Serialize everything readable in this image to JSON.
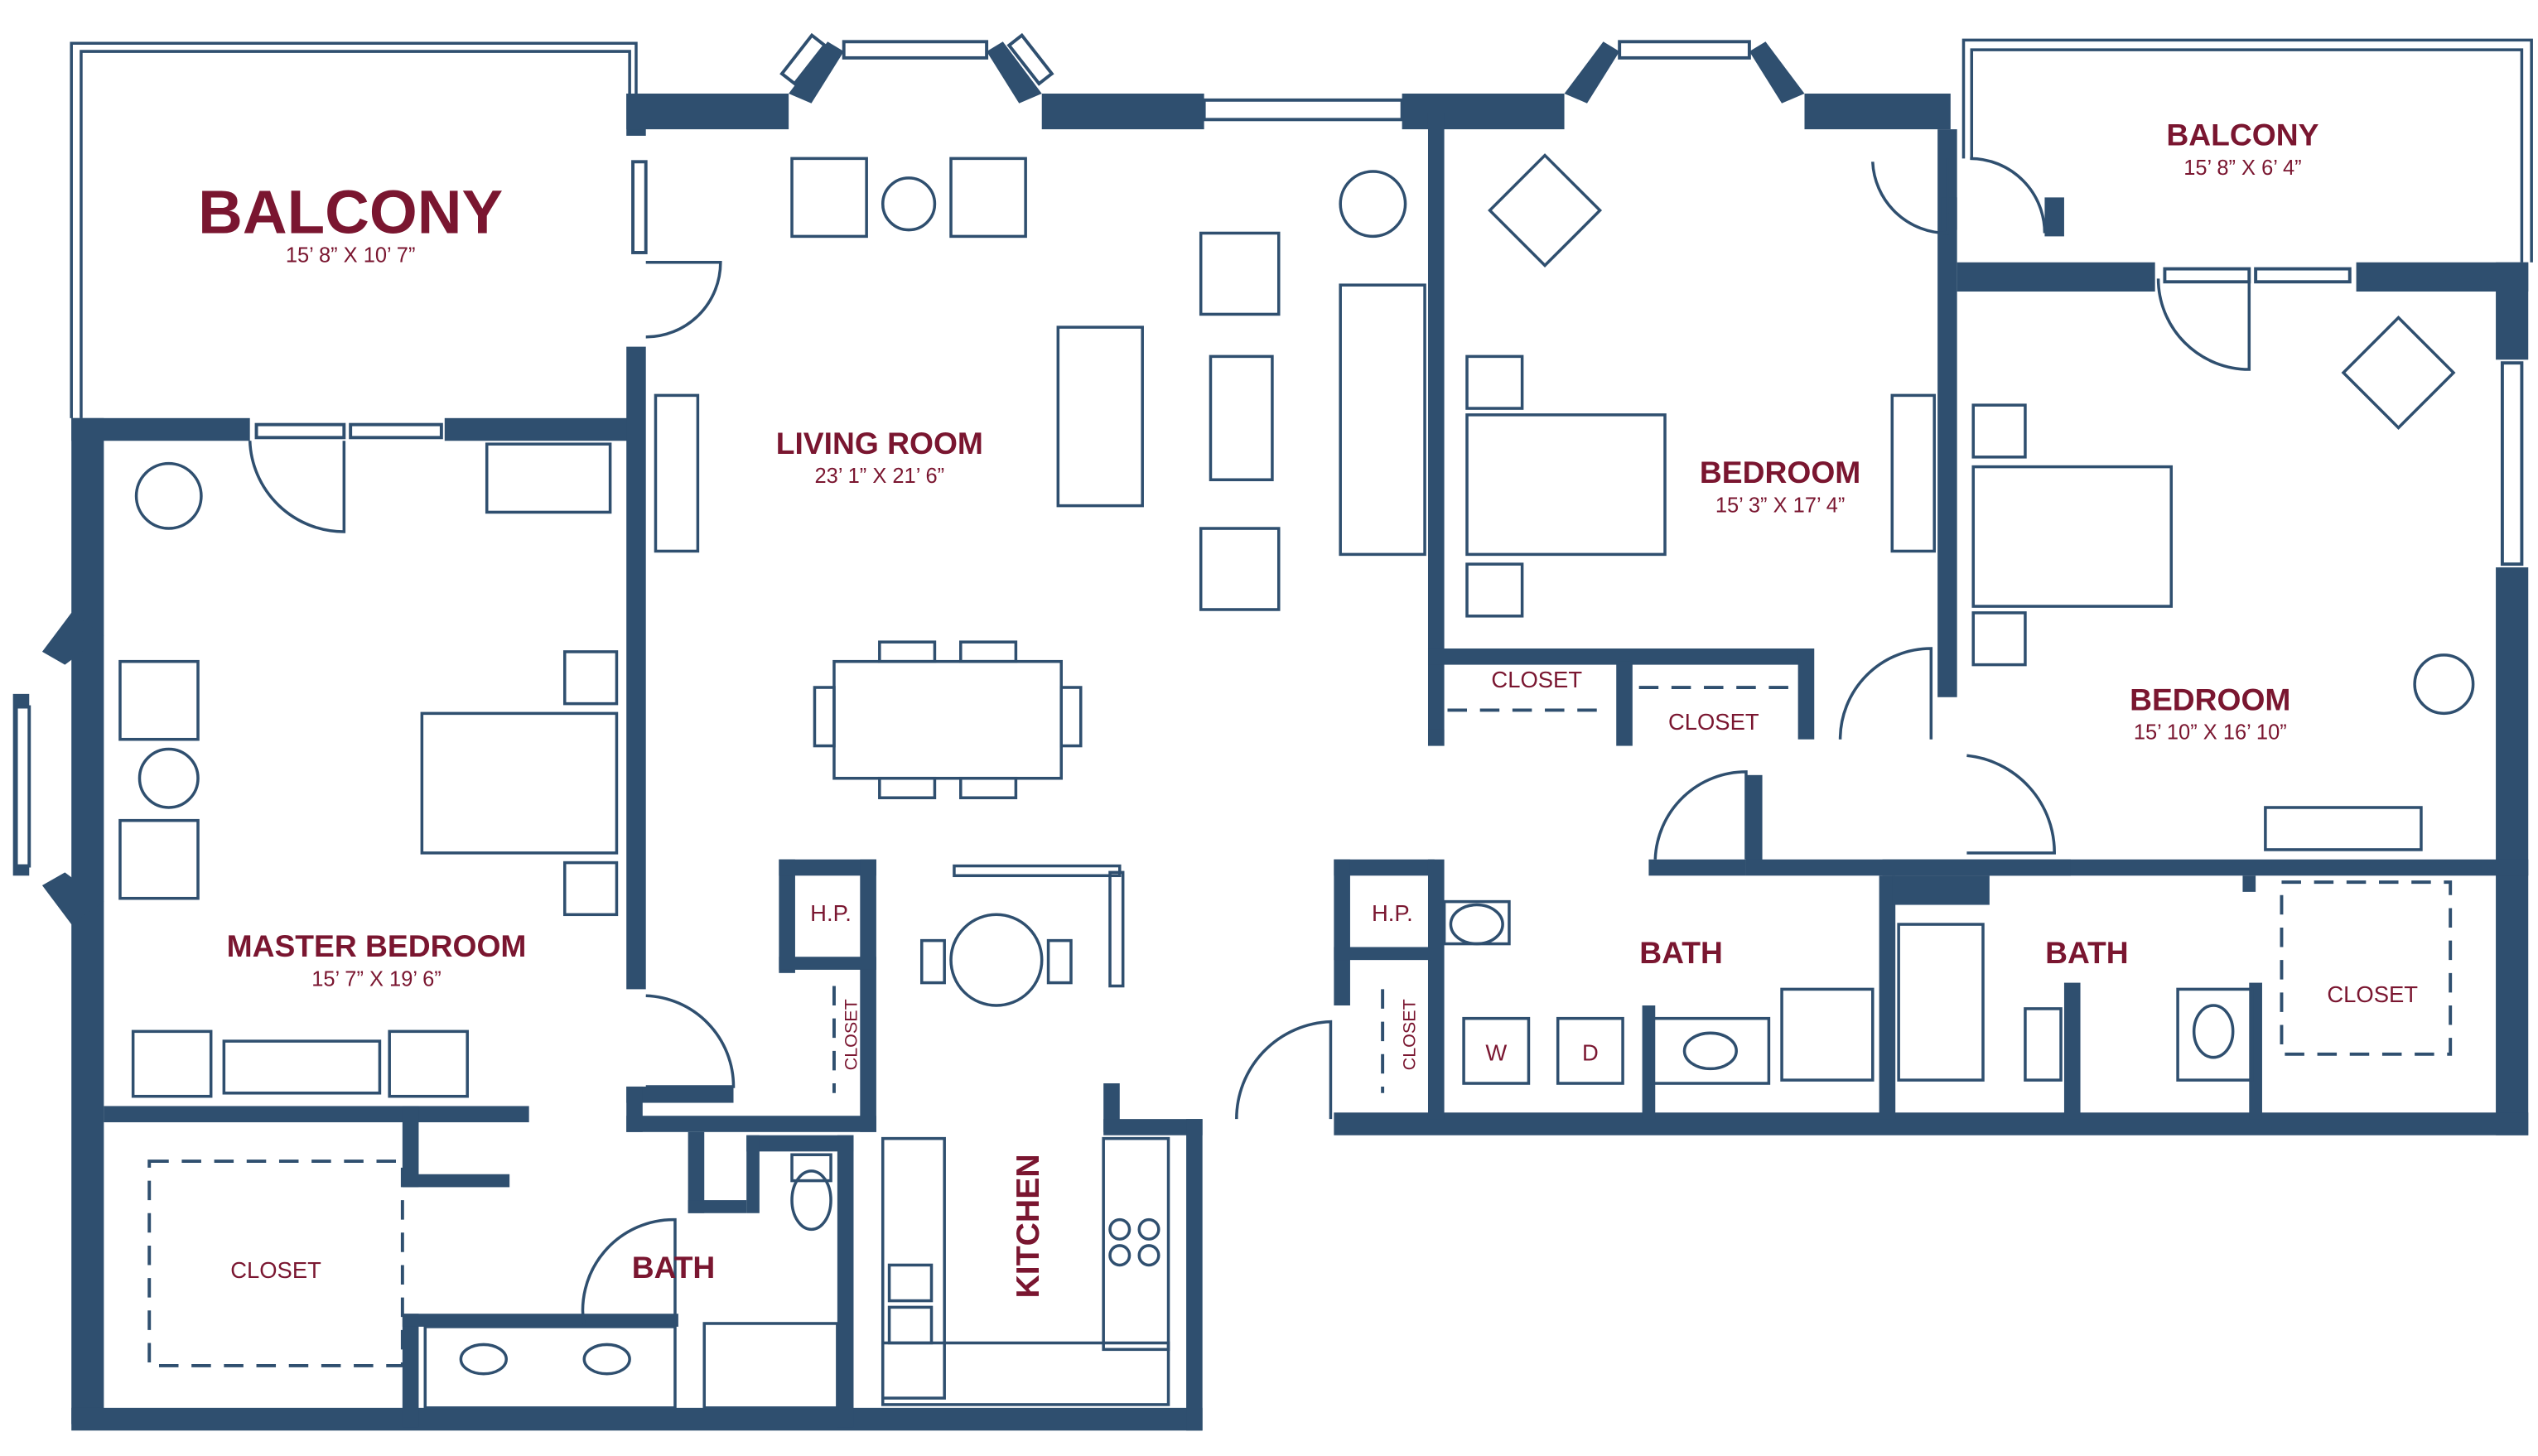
{
  "rooms": {
    "balcony_left": {
      "label": "BALCONY",
      "dims": "15’ 8” X 10’ 7”"
    },
    "balcony_right": {
      "label": "BALCONY",
      "dims": "15’ 8” X 6’ 4”"
    },
    "living_room": {
      "label": "LIVING ROOM",
      "dims": "23’ 1” X 21’ 6”"
    },
    "bedroom_center": {
      "label": "BEDROOM",
      "dims": "15’ 3” X 17’ 4”"
    },
    "bedroom_right": {
      "label": "BEDROOM",
      "dims": "15’ 10” X 16’ 10”"
    },
    "master_bedroom": {
      "label": "MASTER BEDROOM",
      "dims": "15’ 7” X 19’ 6”"
    },
    "kitchen": {
      "label": "KITCHEN"
    },
    "bath_master": {
      "label": "BATH"
    },
    "bath_center": {
      "label": "BATH"
    },
    "bath_right": {
      "label": "BATH"
    },
    "closet_master": {
      "label": "CLOSET"
    },
    "closet_bed_a": {
      "label": "CLOSET"
    },
    "closet_bed_b": {
      "label": "CLOSET"
    },
    "closet_right": {
      "label": "CLOSET"
    },
    "closet_hall_left": {
      "label": "CLOSET"
    },
    "closet_hall_right": {
      "label": "CLOSET"
    },
    "hp_left": {
      "label": "H.P."
    },
    "hp_right": {
      "label": "H.P."
    },
    "washer": {
      "label": "W"
    },
    "dryer": {
      "label": "D"
    }
  },
  "colors": {
    "wall": "#2f4f6f",
    "label": "#7a1630",
    "background": "#ffffff"
  }
}
